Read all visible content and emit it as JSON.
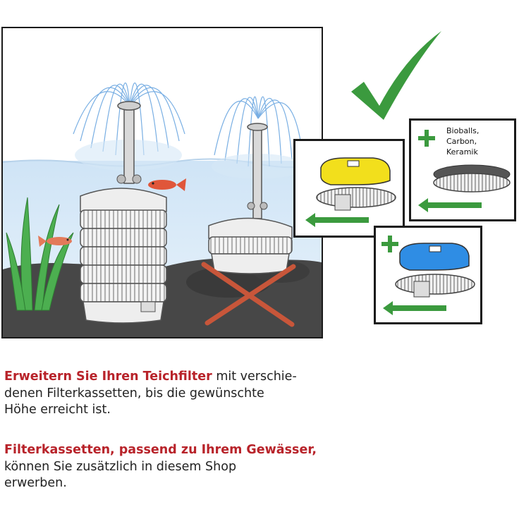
{
  "card_addon": {
    "items": [
      "Bioballs,",
      "Carbon,",
      "Keramik"
    ]
  },
  "paragraph1": {
    "highlight": "Erweitern Sie Ihren Teichfilter",
    "line1_rest": " mit verschie-",
    "line2": "denen Filterkassetten, bis die gewünschte",
    "line3": "Höhe erreicht ist."
  },
  "paragraph2": {
    "highlight": "Filterkassetten, passend zu Ihrem Gewässer,",
    "line2": "können Sie zusätzlich in diesem Shop",
    "line3": "erwerben."
  },
  "colors": {
    "highlight_red": "#b8232a",
    "arrow_green": "#3b9a3e",
    "sponge_yellow": "#f2df1c",
    "sponge_blue": "#2f8de4",
    "cross_red": "#c8563a",
    "water": "#dfeefa",
    "ground": "#474747"
  },
  "icons": [
    "checkmark-icon",
    "plus-icon",
    "arrow-left-icon",
    "cross-icon"
  ]
}
